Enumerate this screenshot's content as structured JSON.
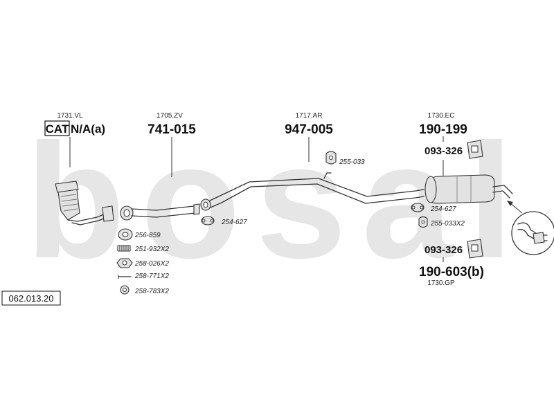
{
  "background": {
    "watermark": "bosal",
    "watermark_color": "#e6e6e6"
  },
  "diagram_ref": "062.013.20",
  "cat": {
    "code": "1731.VL",
    "cat_label": "CAT",
    "number": "N/A(a)"
  },
  "front_pipe": {
    "code": "1705.ZV",
    "number": "741-015"
  },
  "middle_pipe": {
    "code": "1717.AR",
    "number": "947-005",
    "hanger": "255-033"
  },
  "rear_box": {
    "code": "1730.EC",
    "number": "190-199",
    "bracket": "093-326"
  },
  "rear_box_alt": {
    "code": "1730.GP",
    "number": "190-603(b)",
    "bracket": "093-326"
  },
  "small_parts": {
    "gasket": "256-859",
    "spring": "251-932X2",
    "nut": "258-026X2",
    "bolt": "258-771X2",
    "washer": "258-783X2",
    "clamp_front": "254-627",
    "clamp_rear": "254-627",
    "rubber_rear": "255-033X2"
  },
  "colors": {
    "line": "#333333",
    "part_fill": "#e2e2e2"
  }
}
